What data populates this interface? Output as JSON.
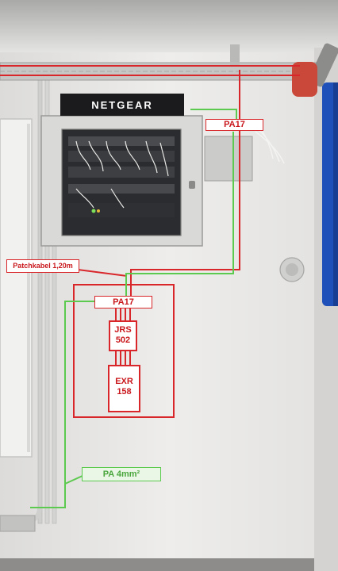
{
  "cabinet": {
    "brand": "NETGEAR"
  },
  "labels": {
    "pa17_top": "PA17",
    "patchkabel": "Patchkabel 1,20m",
    "pa17_box": "PA17",
    "jrs": [
      "JRS",
      "502"
    ],
    "exr": [
      "EXR",
      "158"
    ],
    "pa_ground": "PA 4mm²"
  },
  "colors": {
    "annotation_red": "#d8262a",
    "annotation_green": "#5cc94f",
    "wall": "#e9e8e6"
  }
}
